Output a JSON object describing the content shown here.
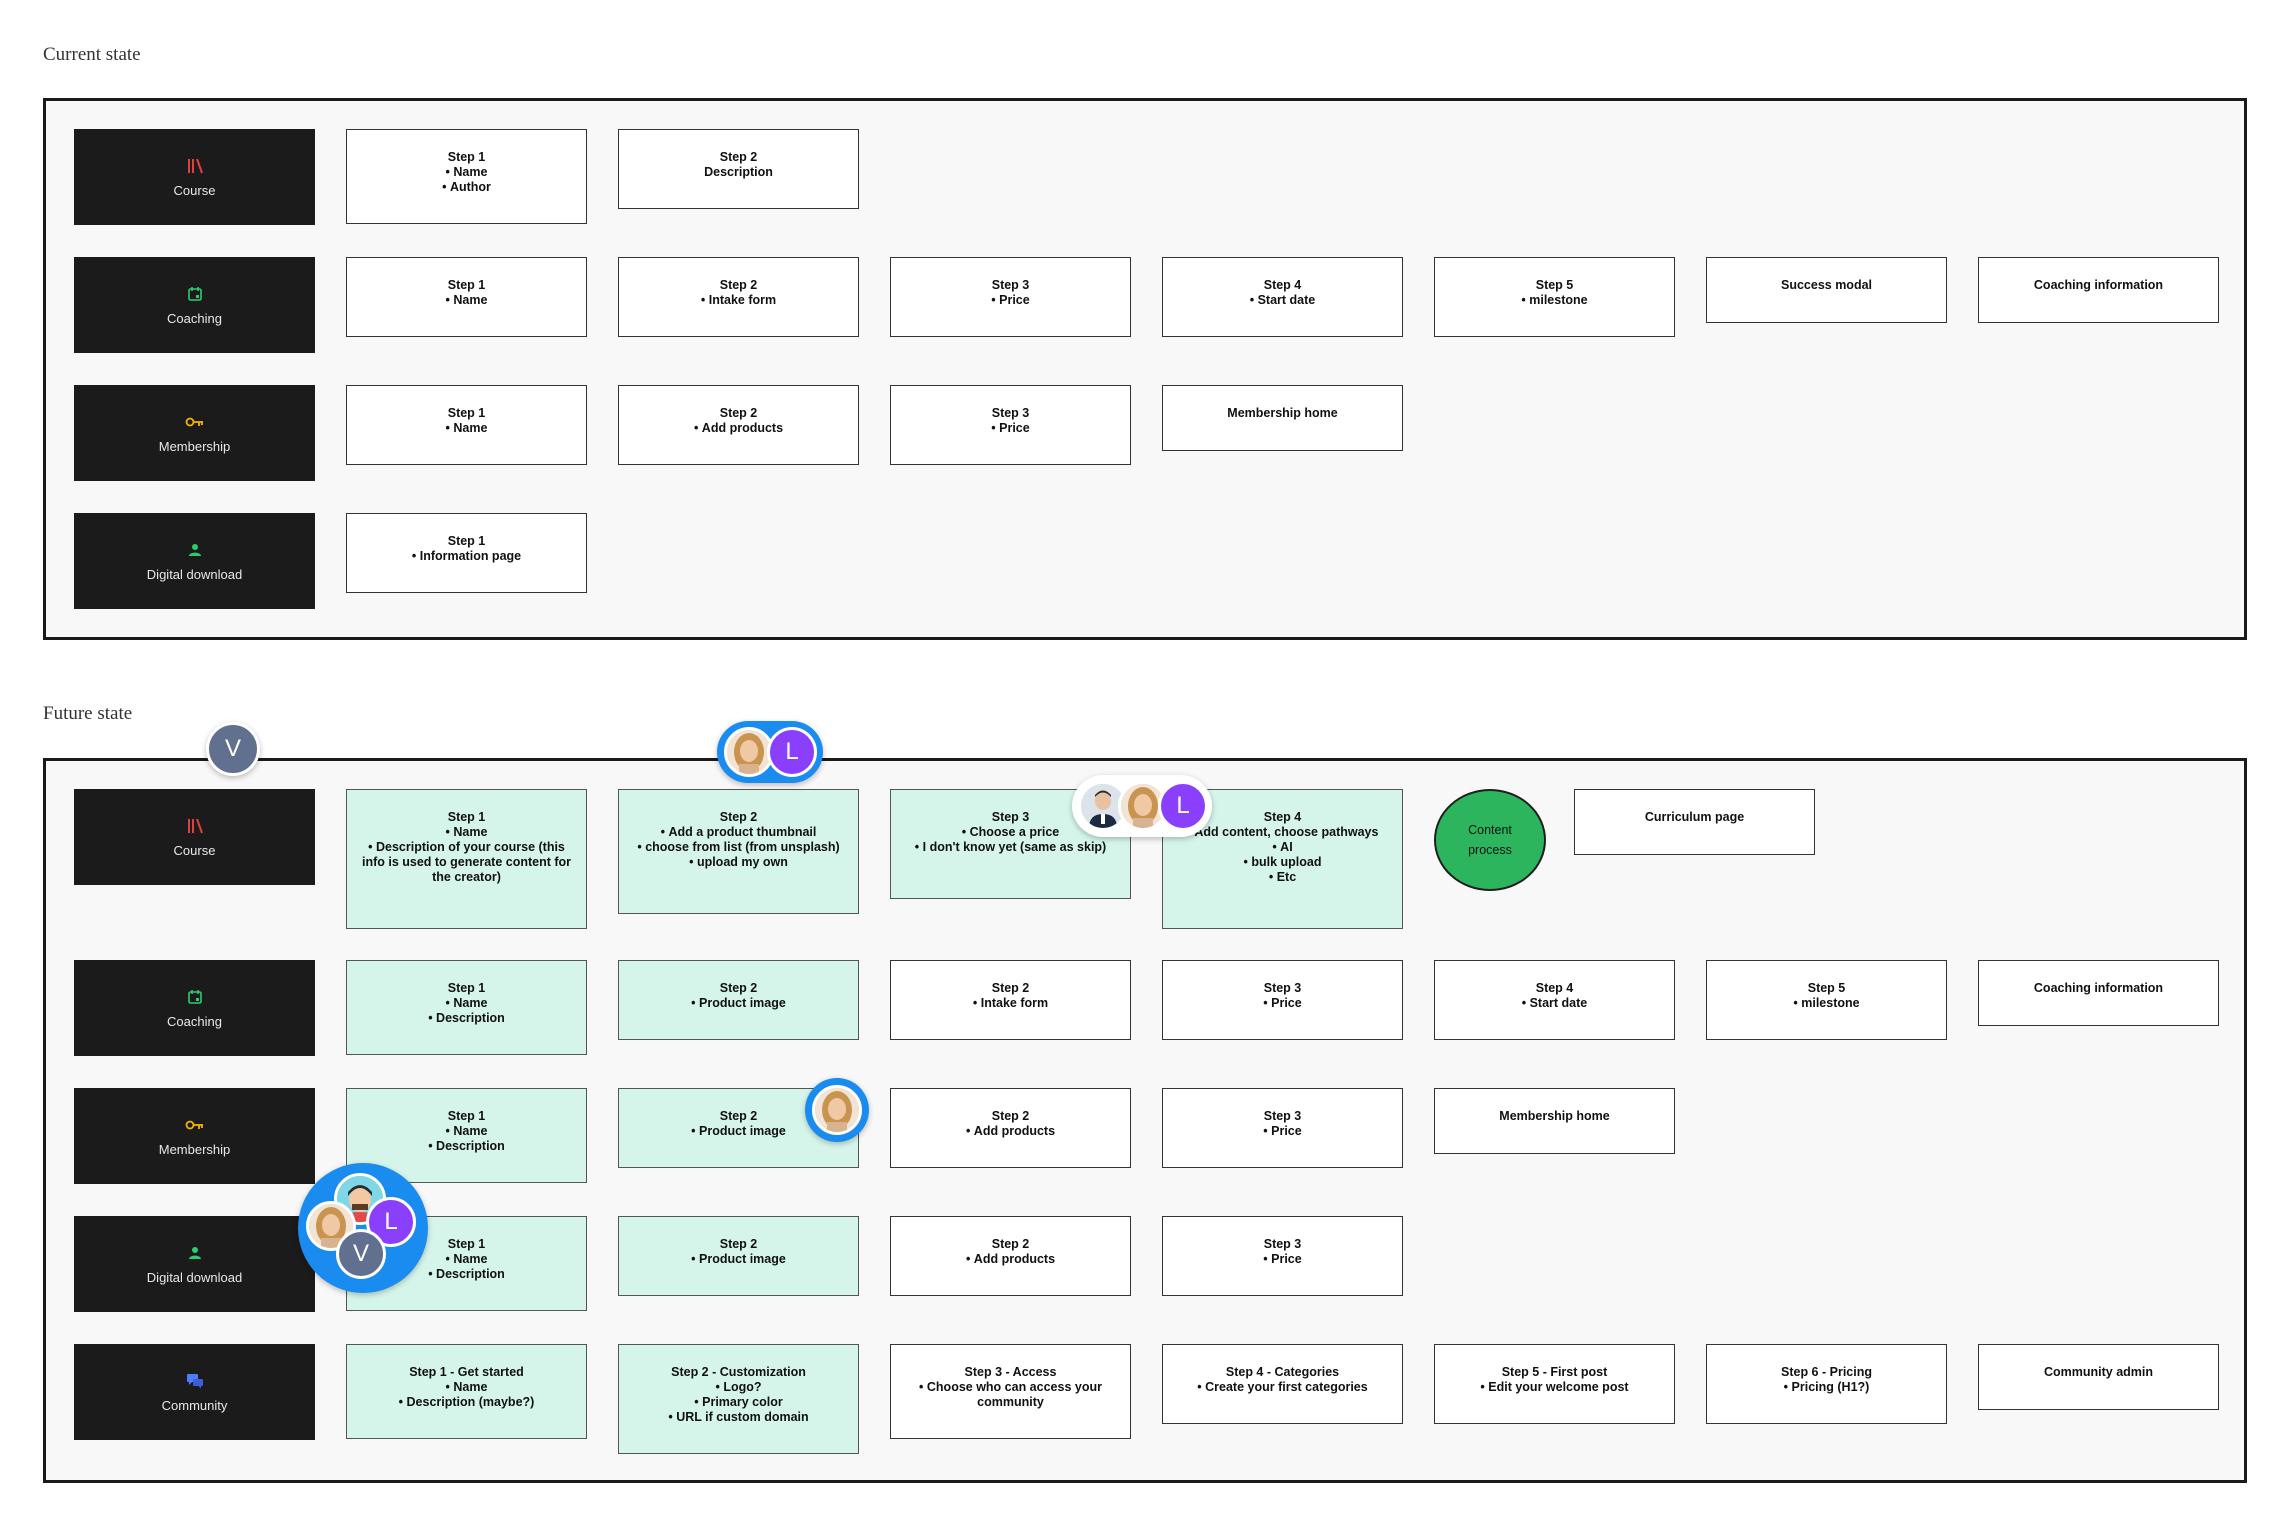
{
  "sections": {
    "current_title": "Current state",
    "future_title": "Future state"
  },
  "lanes": {
    "course": "Course",
    "coaching": "Coaching",
    "membership": "Membership",
    "digital_download": "Digital download",
    "community": "Community"
  },
  "icons": {
    "course": "library-icon",
    "coaching": "calendar-icon",
    "membership": "key-icon",
    "digital_download": "person-icon",
    "community": "chat-icon"
  },
  "colors": {
    "lane_bg": "#1b1b1b",
    "future_step_bg": "#d6f5ea",
    "content_process_bg": "#2db55d",
    "avatar_ring": "#1a8cf0",
    "avatar_v": "#62708f",
    "avatar_l": "#8a3ffc"
  },
  "current": {
    "course": [
      {
        "title": "Step 1",
        "items": [
          "Name",
          "Author"
        ]
      },
      {
        "title": "Step 2",
        "sub": "Description"
      }
    ],
    "coaching": [
      {
        "title": "Step 1",
        "items": [
          "Name"
        ]
      },
      {
        "title": "Step 2",
        "items": [
          "Intake form"
        ]
      },
      {
        "title": "Step 3",
        "items": [
          "Price"
        ]
      },
      {
        "title": "Step 4",
        "items": [
          "Start date"
        ]
      },
      {
        "title": "Step 5",
        "items": [
          "milestone"
        ]
      },
      {
        "title": "Success modal"
      },
      {
        "title": "Coaching information"
      }
    ],
    "membership": [
      {
        "title": "Step 1",
        "items": [
          "Name"
        ]
      },
      {
        "title": "Step 2",
        "items": [
          "Add products"
        ]
      },
      {
        "title": "Step 3",
        "items": [
          "Price"
        ]
      },
      {
        "title": "Membership home"
      }
    ],
    "digital_download": [
      {
        "title": "Step 1",
        "items": [
          "Information page"
        ]
      }
    ]
  },
  "future": {
    "course": [
      {
        "title": "Step 1",
        "items": [
          "Name",
          "Description of your course (this info is used to generate content for the creator)"
        ]
      },
      {
        "title": "Step 2",
        "items": [
          "Add a product thumbnail",
          "choose from list (from unsplash)",
          "upload my own"
        ]
      },
      {
        "title": "Step 3",
        "items": [
          "Choose a price",
          "I don't know yet (same as skip)"
        ]
      },
      {
        "title": "Step 4",
        "items": [
          "Add content, choose pathways",
          "AI",
          "bulk upload",
          "Etc"
        ]
      },
      {
        "title": "Content process"
      },
      {
        "title": "Curriculum page"
      }
    ],
    "coaching": [
      {
        "title": "Step 1",
        "items": [
          "Name",
          "Description"
        ]
      },
      {
        "title": "Step 2",
        "items": [
          "Product image"
        ]
      },
      {
        "title": "Step 2",
        "items": [
          "Intake form"
        ]
      },
      {
        "title": "Step 3",
        "items": [
          "Price"
        ]
      },
      {
        "title": "Step 4",
        "items": [
          "Start date"
        ]
      },
      {
        "title": "Step 5",
        "items": [
          "milestone"
        ]
      },
      {
        "title": "Coaching information"
      }
    ],
    "membership": [
      {
        "title": "Step 1",
        "items": [
          "Name",
          "Description"
        ]
      },
      {
        "title": "Step 2",
        "items": [
          "Product image"
        ]
      },
      {
        "title": "Step 2",
        "items": [
          "Add products"
        ]
      },
      {
        "title": "Step 3",
        "items": [
          "Price"
        ]
      },
      {
        "title": "Membership home"
      }
    ],
    "digital_download": [
      {
        "title": "Step 1",
        "items": [
          "Name",
          "Description"
        ]
      },
      {
        "title": "Step 2",
        "items": [
          "Product image"
        ]
      },
      {
        "title": "Step 2",
        "items": [
          "Add products"
        ]
      },
      {
        "title": "Step 3",
        "items": [
          "Price"
        ]
      }
    ],
    "community": [
      {
        "title": "Step 1 - Get started",
        "items": [
          "Name",
          "Description (maybe?)"
        ]
      },
      {
        "title": "Step 2 - Customization",
        "items": [
          "Logo?",
          "Primary color",
          "URL if custom domain"
        ]
      },
      {
        "title": "Step 3 - Access",
        "items": [
          "Choose who can access your community"
        ]
      },
      {
        "title": "Step 4 - Categories",
        "items": [
          "Create your first categories"
        ]
      },
      {
        "title": "Step 5 - First post",
        "items": [
          "Edit your welcome post"
        ]
      },
      {
        "title": "Step 6 - Pricing",
        "items": [
          "Pricing (H1?)"
        ]
      },
      {
        "title": "Community admin"
      }
    ]
  },
  "avatars": {
    "v": "V",
    "l": "L"
  }
}
